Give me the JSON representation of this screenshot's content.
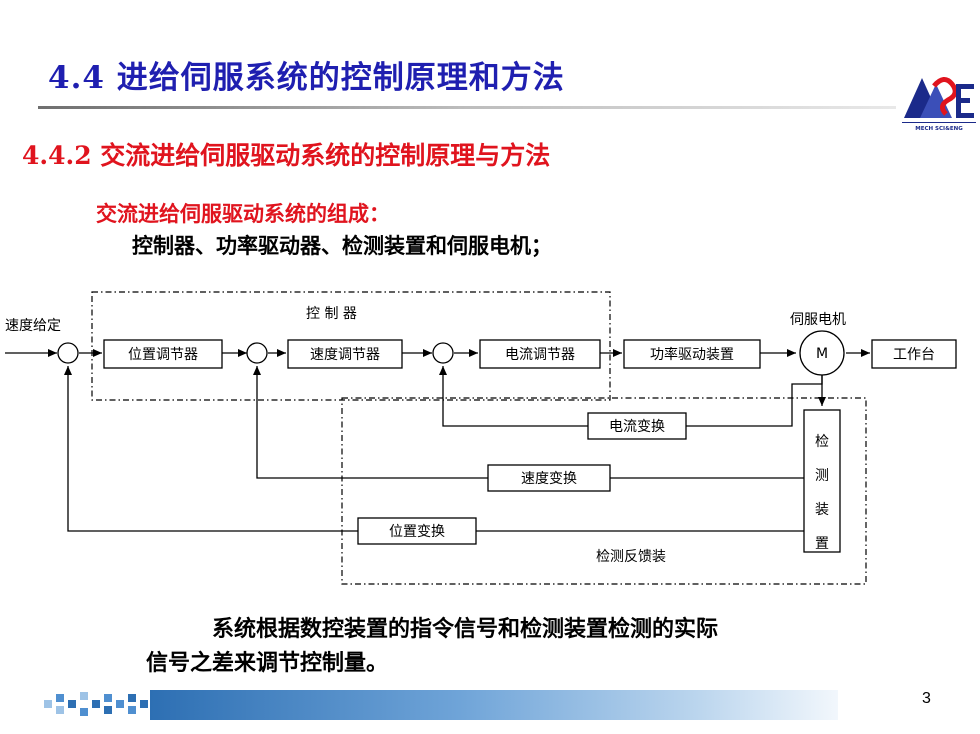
{
  "title": "4.4 进给伺服系统的控制原理和方法",
  "subtitle": "4.4.2 交流进给伺服驱动系统的控制原理与方法",
  "composition_heading": "交流进给伺服驱动系统的组成：",
  "composition_items": "控制器、功率驱动器、检测装置和伺服电机；",
  "logo_text": "MECH SCI&ENG",
  "diagram": {
    "input_label": "速度给定",
    "controller_group_label": "控 制 器",
    "position_regulator": "位置调节器",
    "speed_regulator": "速度调节器",
    "current_regulator": "电流调节器",
    "power_drive": "功率驱动装置",
    "servo_motor_label": "伺服电机",
    "motor_symbol": "M",
    "worktable": "工作台",
    "current_transform": "电流变换",
    "speed_transform": "速度变换",
    "position_transform": "位置变换",
    "detection_device": [
      "检",
      "测",
      "装",
      "置"
    ],
    "feedback_group_label": "检测反馈装"
  },
  "caption_line1": "系统根据数控装置的指令信号和检测装置检测的实际",
  "caption_line2": "信号之差来调节控制量。",
  "page_number": "3",
  "colors": {
    "title": "#1f1fb0",
    "subtitle": "#e0141e",
    "footer_bar": "#2d6fb3"
  }
}
